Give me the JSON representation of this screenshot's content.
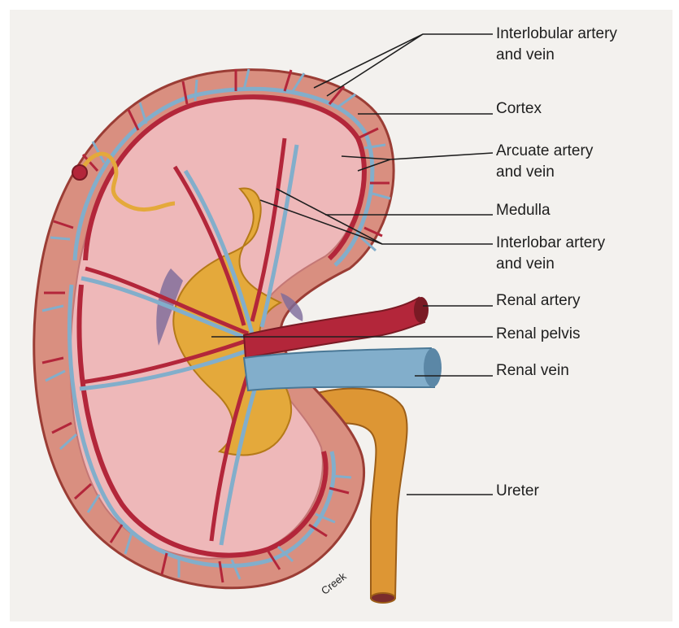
{
  "diagram": {
    "labels": {
      "interlobular_artery": "Interlobular artery",
      "interlobular_vein": "and vein",
      "cortex": "Cortex",
      "arcuate_artery": "Arcuate artery",
      "arcuate_vein": "and vein",
      "medulla": "Medulla",
      "interlobar_artery": "Interlobar artery",
      "interlobar_vein": "and vein",
      "renal_artery": "Renal artery",
      "renal_pelvis": "Renal pelvis",
      "renal_vein": "Renal vein",
      "ureter": "Ureter"
    },
    "signature": "Creek"
  },
  "colors": {
    "background": "#f3f1ee",
    "cortex": "#d98f80",
    "medulla": "#eeb8b9",
    "pelvis": "#e4a93b",
    "artery": "#b3263a",
    "vein": "#82aecb",
    "ureter": "#dd9634",
    "leader_line": "#1e1e1e"
  }
}
